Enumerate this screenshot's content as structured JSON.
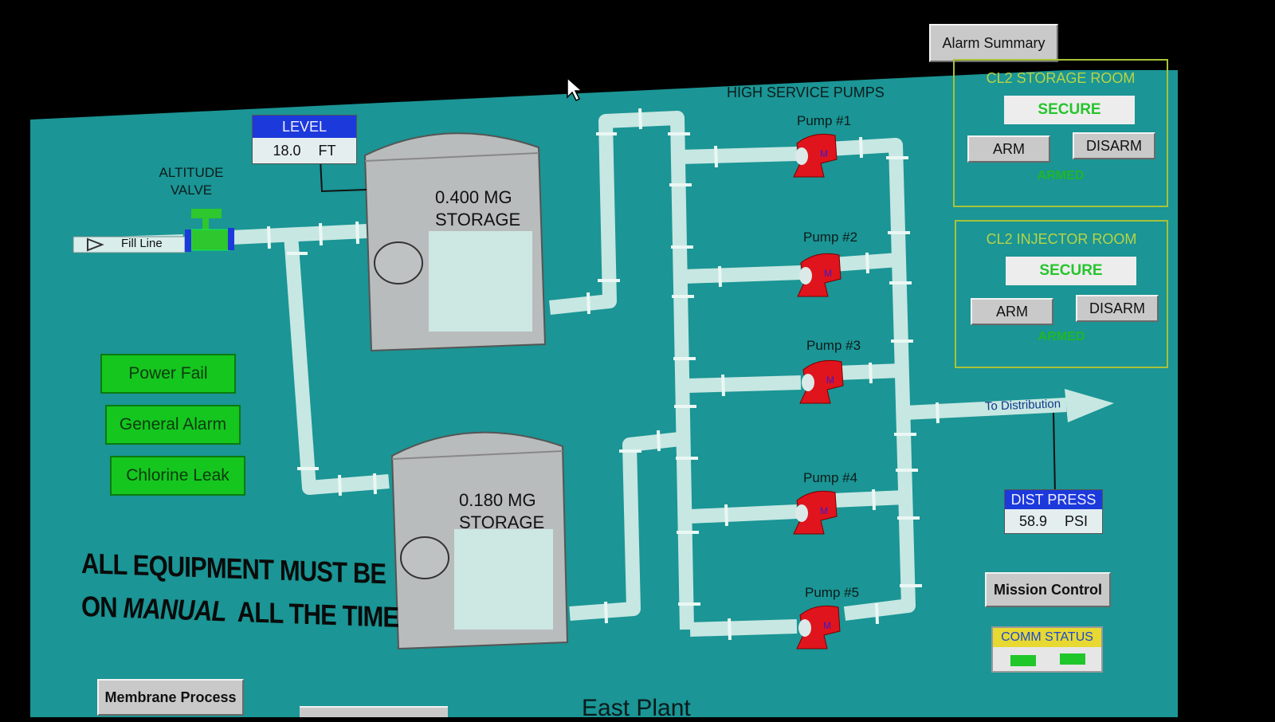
{
  "header": {
    "alarm_summary_label": "Alarm Summary"
  },
  "process": {
    "altitude_valve_label": [
      "ALTITUDE",
      "VALVE"
    ],
    "fill_line_label": "Fill Line",
    "level": {
      "header": "LEVEL",
      "value": "18.0",
      "unit": "FT"
    },
    "tank_large": {
      "capacity": "0.400 MG",
      "type": "STORAGE"
    },
    "tank_small": {
      "capacity": "0.180 MG",
      "type": "STORAGE"
    },
    "pumps_title": "HIGH SERVICE PUMPS",
    "pumps": [
      {
        "label": "Pump #1",
        "motor": "M"
      },
      {
        "label": "Pump #2",
        "motor": "M"
      },
      {
        "label": "Pump #3",
        "motor": "M"
      },
      {
        "label": "Pump #4",
        "motor": "M"
      },
      {
        "label": "Pump #5",
        "motor": "M"
      }
    ],
    "to_distribution_label": "To Distribution",
    "dist_press": {
      "header": "DIST PRESS",
      "value": "58.9",
      "unit": "PSI"
    }
  },
  "alarms": {
    "power_fail": "Power Fail",
    "general_alarm": "General Alarm",
    "chlorine_leak": "Chlorine Leak"
  },
  "warning": {
    "line1": "ALL EQUIPMENT MUST BE",
    "line2_prefix": "ON ",
    "line2_italic": "MANUAL",
    "line2_suffix": "  ALL THE TIME"
  },
  "rooms": {
    "storage": {
      "title": "CL2 STORAGE ROOM",
      "state": "SECURE",
      "arm": "ARM",
      "disarm": "DISARM",
      "status": "ARMED"
    },
    "injector": {
      "title": "CL2 INJECTOR ROOM",
      "state": "SECURE",
      "arm": "ARM",
      "disarm": "DISARM",
      "status": "ARMED"
    }
  },
  "nav": {
    "mission_control": "Mission Control",
    "membrane_process": "Membrane Process",
    "bottom_title": "East Plant"
  },
  "comm_status": {
    "label": "COMM STATUS"
  },
  "colors": {
    "background": "#1b9595",
    "pipe": "#c7e7e2",
    "pump": "#e0141c",
    "alarm_green": "#15c61f",
    "header_blue": "#1c39dc"
  }
}
